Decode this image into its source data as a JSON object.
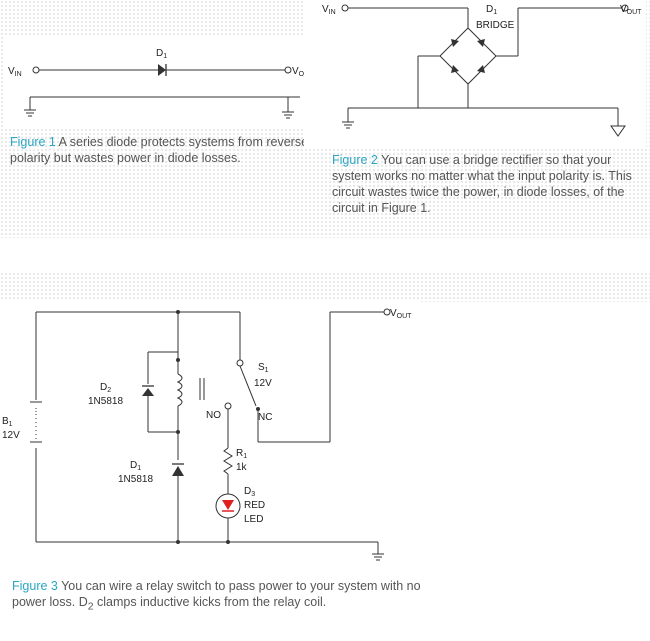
{
  "colors": {
    "line": "#333333",
    "caption_accent": "#2aa7c2",
    "caption_text": "#555555",
    "led": "#e02020"
  },
  "fig1": {
    "vin": "V",
    "vin_sub": "IN",
    "diode": "D",
    "diode_sub": "1",
    "vout": "V",
    "vout_sub": "OUT",
    "caption_label": "Figure 1",
    "caption_text": " A series diode protects systems from reverse polarity but wastes power in diode losses."
  },
  "fig2": {
    "vin": "V",
    "vin_sub": "IN",
    "bridge_d": "D",
    "bridge_sub": "1",
    "bridge_name": "BRIDGE",
    "vout": "V",
    "vout_sub": "OUT",
    "caption_label": "Figure 2",
    "caption_text": " You can use a bridge rectifier so that your system works no matter what the input polarity is. This circuit wastes twice the power, in diode losses, of the circuit in Figure 1."
  },
  "fig3": {
    "vout": "V",
    "vout_sub": "OUT",
    "s1": "S",
    "s1_sub": "1",
    "s1_val": "12V",
    "no": "NO",
    "nc": "NC",
    "d2": "D",
    "d2_sub": "2",
    "d2_part": "1N5818",
    "d1": "D",
    "d1_sub": "1",
    "d1_part": "1N5818",
    "r1": "R",
    "r1_sub": "1",
    "r1_val": "1k",
    "d3": "D",
    "d3_sub": "3",
    "d3_line1": "RED",
    "d3_line2": "LED",
    "b1": "B",
    "b1_sub": "1",
    "b1_val": "12V",
    "caption_label": "Figure 3",
    "caption_text": " You can wire a relay switch to pass power to your system with no power loss. D",
    "caption_sub": "2",
    "caption_text2": "  clamps inductive kicks from the relay coil."
  }
}
